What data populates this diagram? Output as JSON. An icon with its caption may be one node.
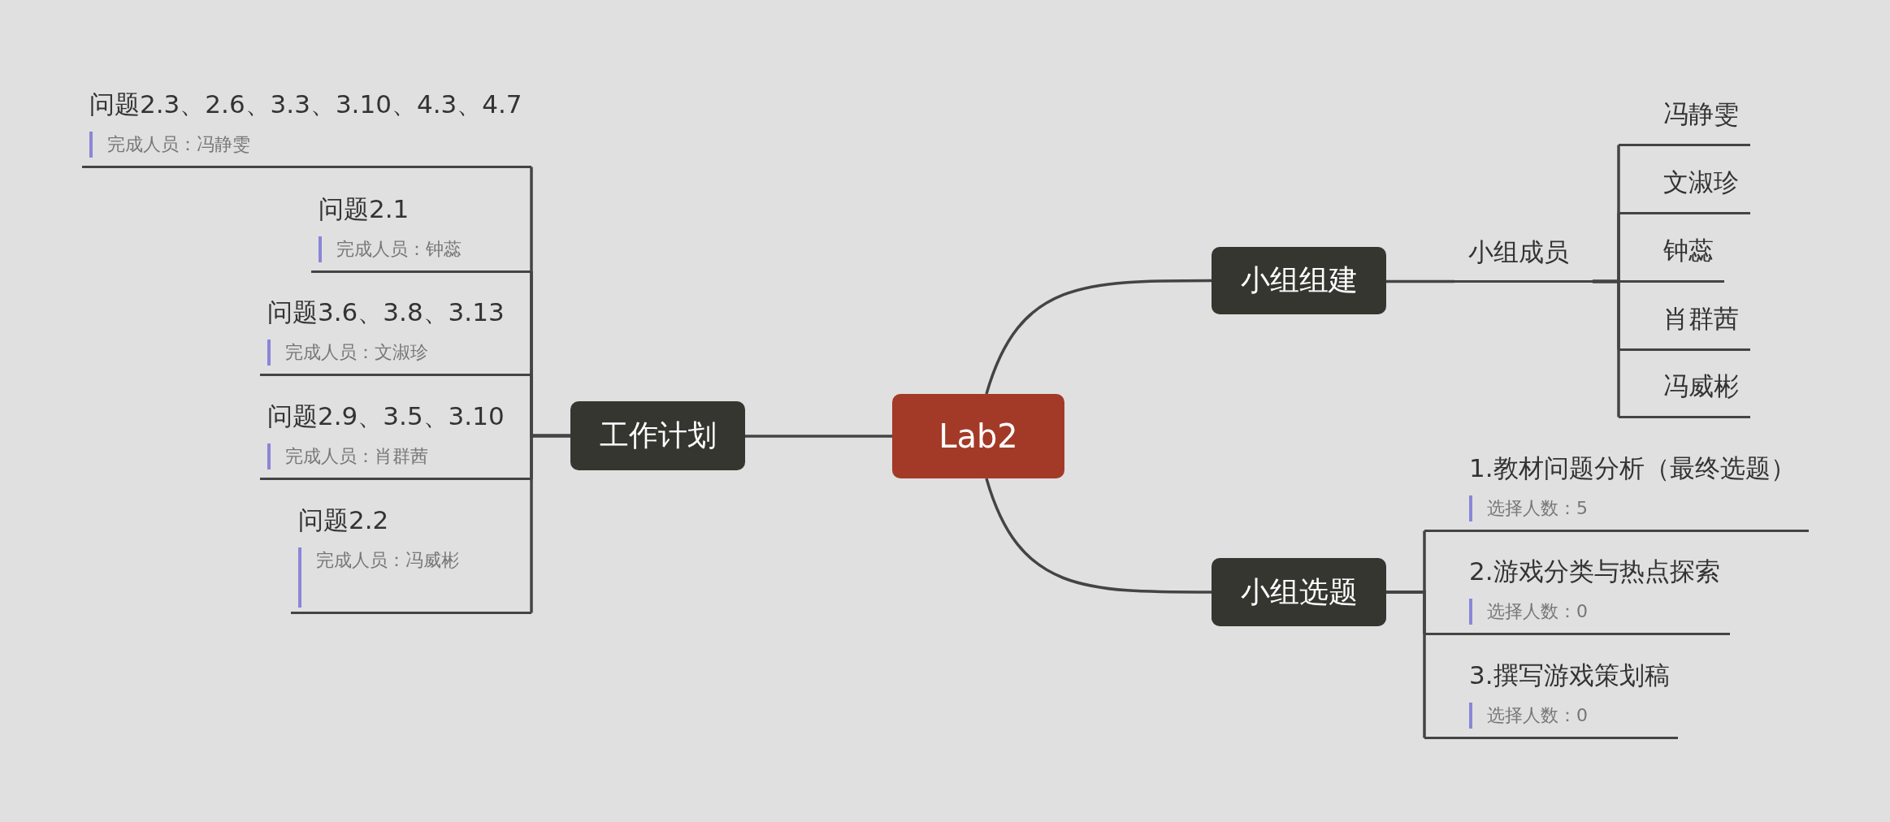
{
  "diagram": {
    "nodes": [
      {
        "text": [
          "Lab2"
        ]
      },
      {
        "text": [
          "小组组建"
        ]
      },
      {
        "text": [
          "小组成员"
        ]
      },
      {
        "text": [
          "冯静雯"
        ]
      },
      {
        "text": [
          "文淑珍"
        ]
      },
      {
        "text": [
          "钟蕊"
        ]
      },
      {
        "text": [
          "肖群茜"
        ]
      },
      {
        "text": [
          "冯威彬"
        ]
      },
      {
        "text": [
          "小组选题"
        ]
      },
      {
        "text": [
          "1.教材问题分析（最终选题）",
          "选择人数：5"
        ]
      },
      {
        "text": [
          "2.游戏分类与热点探索",
          "选择人数：0"
        ]
      },
      {
        "text": [
          "3.撰写游戏策划稿",
          "选择人数：0"
        ]
      },
      {
        "text": [
          "工作计划"
        ]
      },
      {
        "text": [
          "问题2.3、2.6、3.3、3.10、4.3、4.7",
          "完成人员：冯静雯"
        ]
      },
      {
        "text": [
          "问题2.1",
          "完成人员：钟蕊"
        ]
      },
      {
        "text": [
          "问题3.6、3.8、3.13",
          "完成人员：文淑珍"
        ]
      },
      {
        "text": [
          "问题2.9、3.5、3.10",
          "完成人员：肖群茜"
        ]
      },
      {
        "text": [
          "问题2.2",
          "完成人员：冯威彬"
        ]
      }
    ],
    "edges": [
      {
        "from": 0,
        "to": 1,
        "arrow": "none"
      },
      {
        "from": 1,
        "to": 2,
        "arrow": "none"
      },
      {
        "from": 2,
        "to": 3,
        "arrow": "none"
      },
      {
        "from": 2,
        "to": 4,
        "arrow": "none"
      },
      {
        "from": 2,
        "to": 5,
        "arrow": "none"
      },
      {
        "from": 2,
        "to": 6,
        "arrow": "none"
      },
      {
        "from": 2,
        "to": 7,
        "arrow": "none"
      },
      {
        "from": 0,
        "to": 8,
        "arrow": "none"
      },
      {
        "from": 8,
        "to": 9,
        "arrow": "none"
      },
      {
        "from": 8,
        "to": 10,
        "arrow": "none"
      },
      {
        "from": 8,
        "to": 11,
        "arrow": "none"
      },
      {
        "from": 0,
        "to": 12,
        "arrow": "none"
      },
      {
        "from": 12,
        "to": 13,
        "arrow": "none"
      },
      {
        "from": 12,
        "to": 14,
        "arrow": "none"
      },
      {
        "from": 12,
        "to": 15,
        "arrow": "none"
      },
      {
        "from": 12,
        "to": 16,
        "arrow": "none"
      },
      {
        "from": 12,
        "to": 17,
        "arrow": "none"
      }
    ]
  }
}
